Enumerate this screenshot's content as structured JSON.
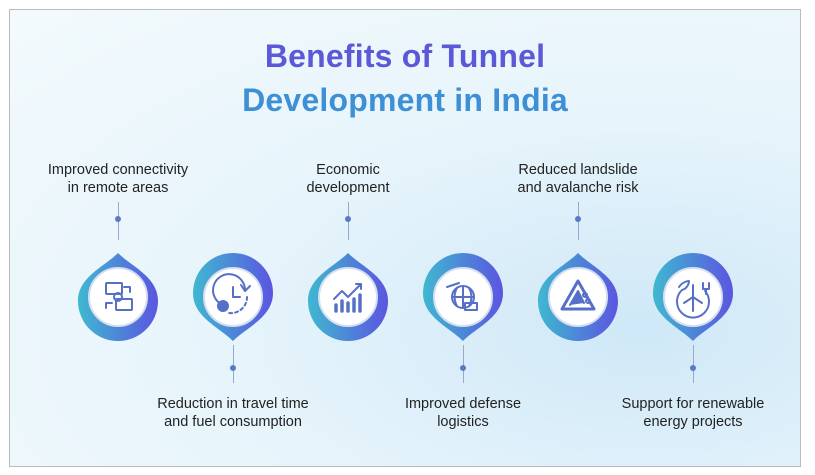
{
  "title": {
    "line1": "Benefits of Tunnel",
    "line2": "Development in India"
  },
  "benefits": [
    {
      "lines": [
        "Improved connectivity",
        "in remote areas"
      ],
      "icon": "network-computers-icon",
      "position": "top"
    },
    {
      "lines": [
        "Reduction in travel time",
        "and fuel consumption"
      ],
      "icon": "clock-reduction-icon",
      "position": "bottom"
    },
    {
      "lines": [
        "Economic",
        "development"
      ],
      "icon": "growth-chart-icon",
      "position": "top"
    },
    {
      "lines": [
        "Improved defense",
        "logistics"
      ],
      "icon": "globe-plane-truck-icon",
      "position": "bottom"
    },
    {
      "lines": [
        "Reduced landslide",
        "and avalanche risk"
      ],
      "icon": "landslide-warning-icon",
      "position": "top"
    },
    {
      "lines": [
        "Support for renewable",
        "energy projects"
      ],
      "icon": "wind-energy-icon",
      "position": "bottom"
    }
  ],
  "colors": {
    "title1": "#5a5ad8",
    "title2": "#3d8fd6",
    "ring_start": "#3fb8d0",
    "ring_end": "#5b55e0",
    "icon": "#5670c8"
  }
}
